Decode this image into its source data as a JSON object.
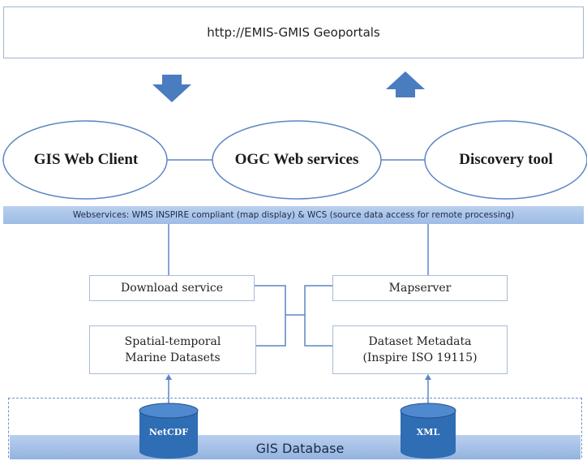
{
  "portal": {
    "url": "http://EMIS-GMIS Geoportals"
  },
  "services": {
    "gis_client": "GIS Web Client",
    "ogc": "OGC Web services",
    "discovery": "Discovery tool"
  },
  "webservices_band": "Webservices: WMS INSPIRE compliant (map display) & WCS (source data access for remote processing)",
  "boxes": {
    "download": "Download service",
    "mapserver": "Mapserver",
    "datasets_line1": "Spatial-temporal",
    "datasets_line2": "Marine Datasets",
    "metadata_line1": "Dataset Metadata",
    "metadata_line2": "(Inspire ISO 19115)"
  },
  "database": {
    "title": "GIS Database",
    "netcdf": "NetCDF",
    "xml": "XML"
  },
  "colors": {
    "arrow": "#4a7cc0",
    "line": "#5b86c4",
    "band": "#a9c3ea",
    "cylinder": "#2f6db5"
  },
  "icons": {
    "down_arrow": "arrow-down-icon",
    "up_arrow": "arrow-up-icon",
    "database": "database-cylinder-icon"
  }
}
